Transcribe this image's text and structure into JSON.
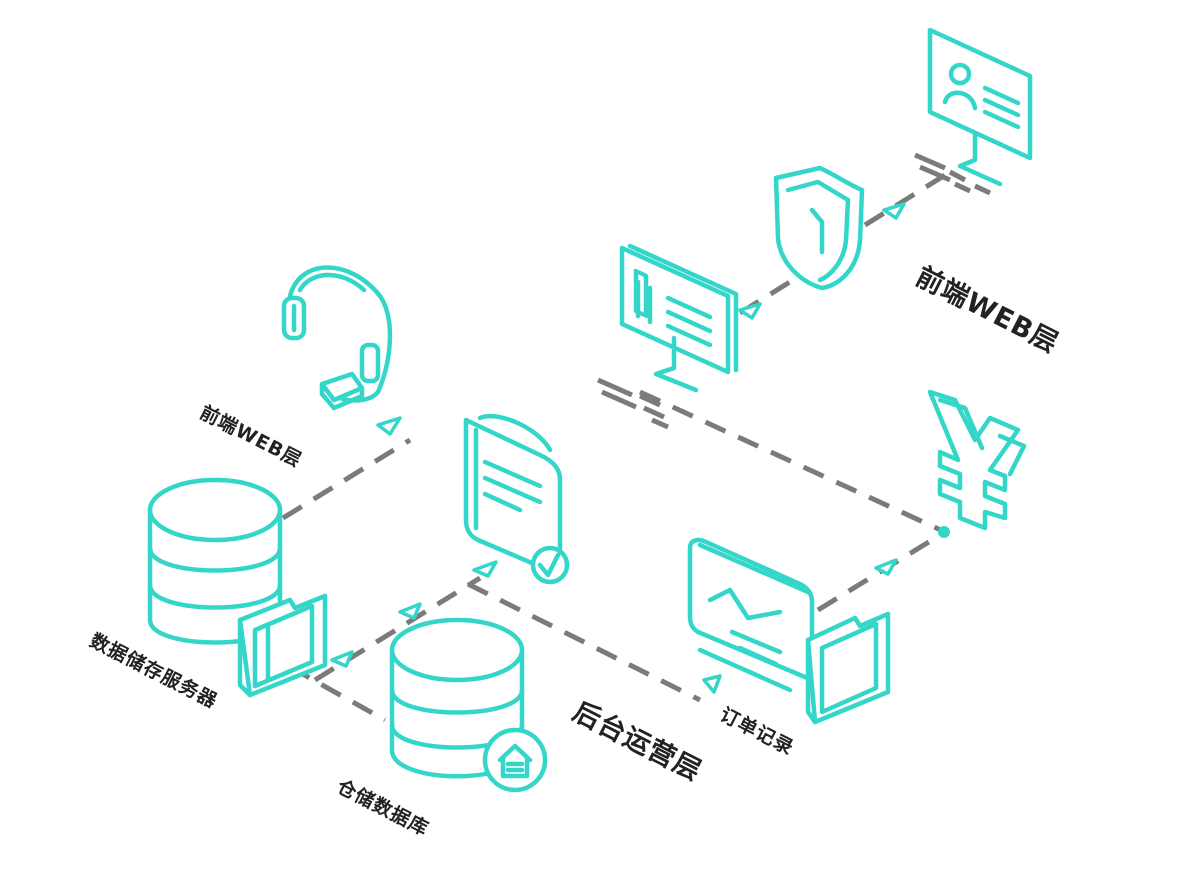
{
  "labels": {
    "frontend_web_top": "前端WEB层",
    "frontend_web_left": "前端WEB层",
    "data_storage_server": "数据储存服务器",
    "warehouse_database": "仓储数据库",
    "backend_ops_layer": "后台运营层",
    "order_records": "订单记录"
  },
  "colors": {
    "accent": "#33d6c8",
    "connector": "#7b7b7b",
    "text": "#222222"
  },
  "icons": [
    "headset-icon",
    "database-icon",
    "folder-icon",
    "clipboard-icon",
    "warehouse-database-icon",
    "monitor-icon",
    "shield-icon",
    "profile-monitor-icon",
    "yen-icon",
    "chart-board-icon"
  ]
}
